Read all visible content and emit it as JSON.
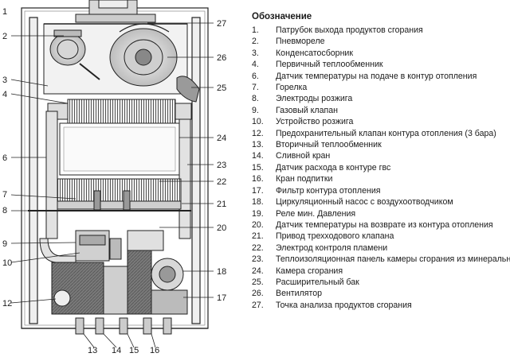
{
  "legend": {
    "title": "Обозначение",
    "items": [
      {
        "num": "1.",
        "text": "Патрубок выхода продуктов сгорания"
      },
      {
        "num": "2.",
        "text": "Пневмореле"
      },
      {
        "num": "3.",
        "text": "Конденсатосборник"
      },
      {
        "num": "4.",
        "text": "Первичный теплообменник"
      },
      {
        "num": "6.",
        "text": "Датчик температуры на подаче в контур отопления"
      },
      {
        "num": "7.",
        "text": "Горелка"
      },
      {
        "num": "8.",
        "text": "Электроды розжига"
      },
      {
        "num": "9.",
        "text": "Газовый клапан"
      },
      {
        "num": "10.",
        "text": "Устройство розжига"
      },
      {
        "num": "12.",
        "text": "Предохранительный клапан контура отопления (3 бара)"
      },
      {
        "num": "13.",
        "text": "Вторичный теплообменник"
      },
      {
        "num": "14.",
        "text": "Сливной кран"
      },
      {
        "num": "15.",
        "text": "Датчик расхода в контуре гвс"
      },
      {
        "num": "16.",
        "text": "Кран подпитки"
      },
      {
        "num": "17.",
        "text": "Фильтр контура отопления"
      },
      {
        "num": "18.",
        "text": "Циркуляционный насос с воздухоотводчиком"
      },
      {
        "num": "19.",
        "text": "Реле мин. Давления"
      },
      {
        "num": "20.",
        "text": "Датчик температуры на возврате из контура отопления"
      },
      {
        "num": "21.",
        "text": "Привод трехходового клапана"
      },
      {
        "num": "22.",
        "text": "Электрод контроля пламени"
      },
      {
        "num": "23.",
        "text": "Теплоизоляционная панель камеры сгорания из минерального волокна"
      },
      {
        "num": "24.",
        "text": "Камера сгорания"
      },
      {
        "num": "25.",
        "text": "Расширительный бак"
      },
      {
        "num": "26.",
        "text": "Вентилятор"
      },
      {
        "num": "27.",
        "text": "Точка анализа продуктов сгорания"
      }
    ]
  },
  "callouts": {
    "left": [
      "1",
      "2",
      "3",
      "4",
      "6",
      "7",
      "8",
      "9",
      "10",
      "12"
    ],
    "right": [
      "27",
      "26",
      "25",
      "24",
      "23",
      "22",
      "21",
      "20",
      "18",
      "17"
    ],
    "bottom": [
      "13",
      "14",
      "15",
      "16"
    ]
  },
  "colors": {
    "outline": "#222222",
    "frame_gray": "#cfcfcf",
    "dark_component": "#6b6b6b",
    "light_component": "#e6e6e6"
  }
}
